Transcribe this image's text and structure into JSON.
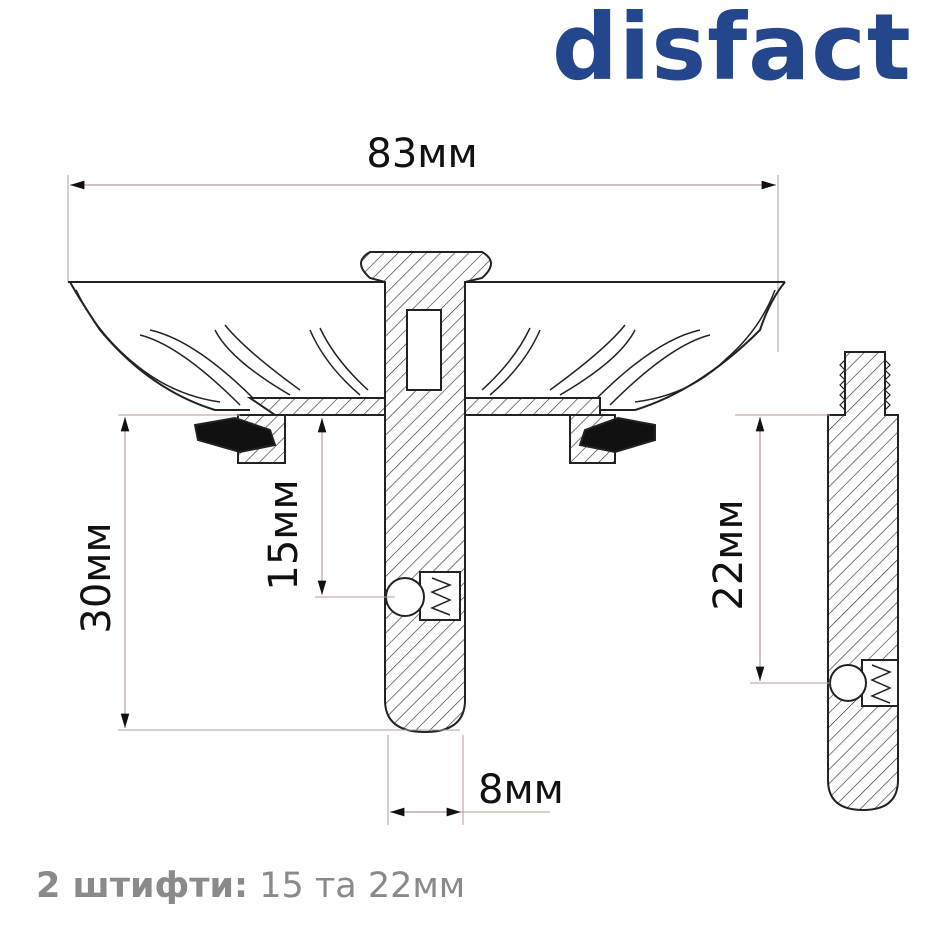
{
  "brand": {
    "logo_text": "disfact",
    "color": "#24468d"
  },
  "dimensions": {
    "width_label": "83мм",
    "total_pin_label": "30мм",
    "short_pin_label": "15мм",
    "diameter_label": "8мм",
    "long_pin_label": "22мм"
  },
  "caption": {
    "bold": "2 штифти:",
    "regular": "15 та 22мм"
  }
}
